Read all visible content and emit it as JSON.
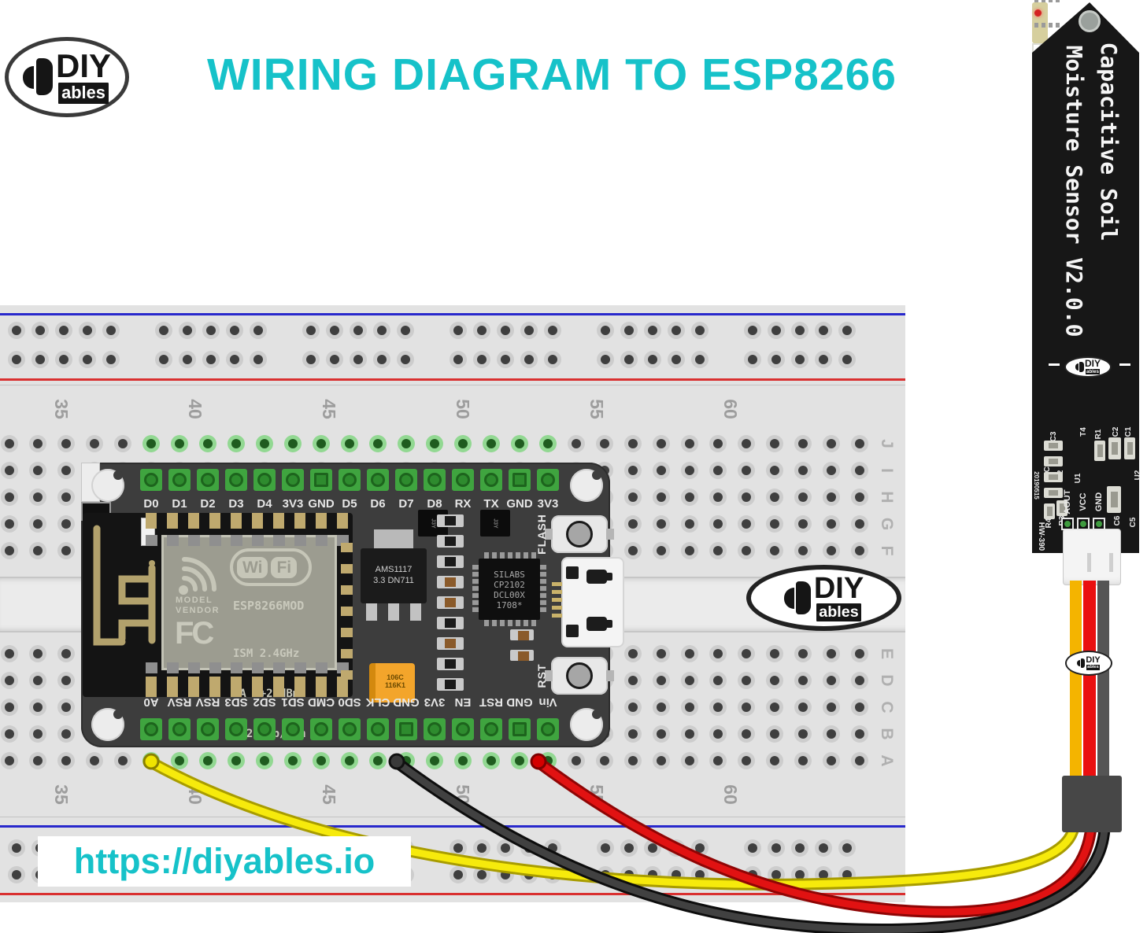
{
  "header": {
    "title": "WIRING DIAGRAM TO ESP8266"
  },
  "brand": {
    "top": "DIY",
    "bottom": "ables"
  },
  "footer": {
    "url": "https://diyables.io"
  },
  "colors": {
    "accent": "#16c2c9",
    "wire_yellow": "#f6ea0c",
    "wire_red": "#e11212",
    "wire_black": "#414141",
    "ribbon_orange": "#f4b400",
    "ribbon_red": "#ea1010",
    "ribbon_gray": "#555555"
  },
  "breadboard": {
    "column_numbers": [
      "35",
      "40",
      "45",
      "50",
      "55",
      "60"
    ],
    "row_letters_top": [
      "J",
      "I",
      "H",
      "G",
      "F"
    ],
    "row_letters_bottom": [
      "E",
      "D",
      "C",
      "B",
      "A"
    ]
  },
  "esp8266": {
    "top_pins": [
      "D0",
      "D1",
      "D2",
      "D3",
      "D4",
      "3V3",
      "GND",
      "D5",
      "D6",
      "D7",
      "D8",
      "RX",
      "TX",
      "GND",
      "3V3"
    ],
    "bottom_pins": [
      "A0",
      "RSV",
      "RSV",
      "SD3",
      "SD2",
      "SD1",
      "CMD",
      "SD0",
      "CLK",
      "GND",
      "3V3",
      "EN",
      "RST",
      "GND",
      "Vin"
    ],
    "shield": {
      "wifi_wi": "Wi",
      "wifi_fi": "Fi",
      "model_line1": "MODEL",
      "model_line2": "VENDOR",
      "module_name": "ESP8266MOD",
      "fcc": "FC",
      "spec_line1": "ISM 2.4GHz",
      "spec_line2": "PA  +25dBm",
      "spec_line3": "802.11b/g/n"
    },
    "regulator_line1": "AMS1117",
    "regulator_line2": "3.3  DN711",
    "usb_chip": [
      "SILABS",
      "CP2102",
      "DCL00X",
      "1708*"
    ],
    "capacitor_line1": "106C",
    "capacitor_line2": "116K1",
    "flash_button": "FLASH",
    "rst_button": "RST",
    "transistor": "J3Y"
  },
  "sensor": {
    "name_line1": "Capacitive Soil",
    "name_line2": "Moisture Sensor V2.0.0",
    "pins": [
      "AOUT",
      "VCC",
      "GND"
    ],
    "components": [
      "C3",
      "C4",
      "R2",
      "T4",
      "R1",
      "C2",
      "C1",
      "U1",
      "U2",
      "C6",
      "C5",
      "R3",
      "R4"
    ],
    "date_code": "20190515",
    "model": "HW-390"
  },
  "wires": [
    {
      "name": "analog-wire",
      "color_key": "wire_yellow",
      "from": "A0",
      "to": "AOUT"
    },
    {
      "name": "power-wire",
      "color_key": "wire_red",
      "from": "Vin",
      "to": "VCC"
    },
    {
      "name": "ground-wire",
      "color_key": "wire_black",
      "from": "GND",
      "to": "GND"
    }
  ]
}
